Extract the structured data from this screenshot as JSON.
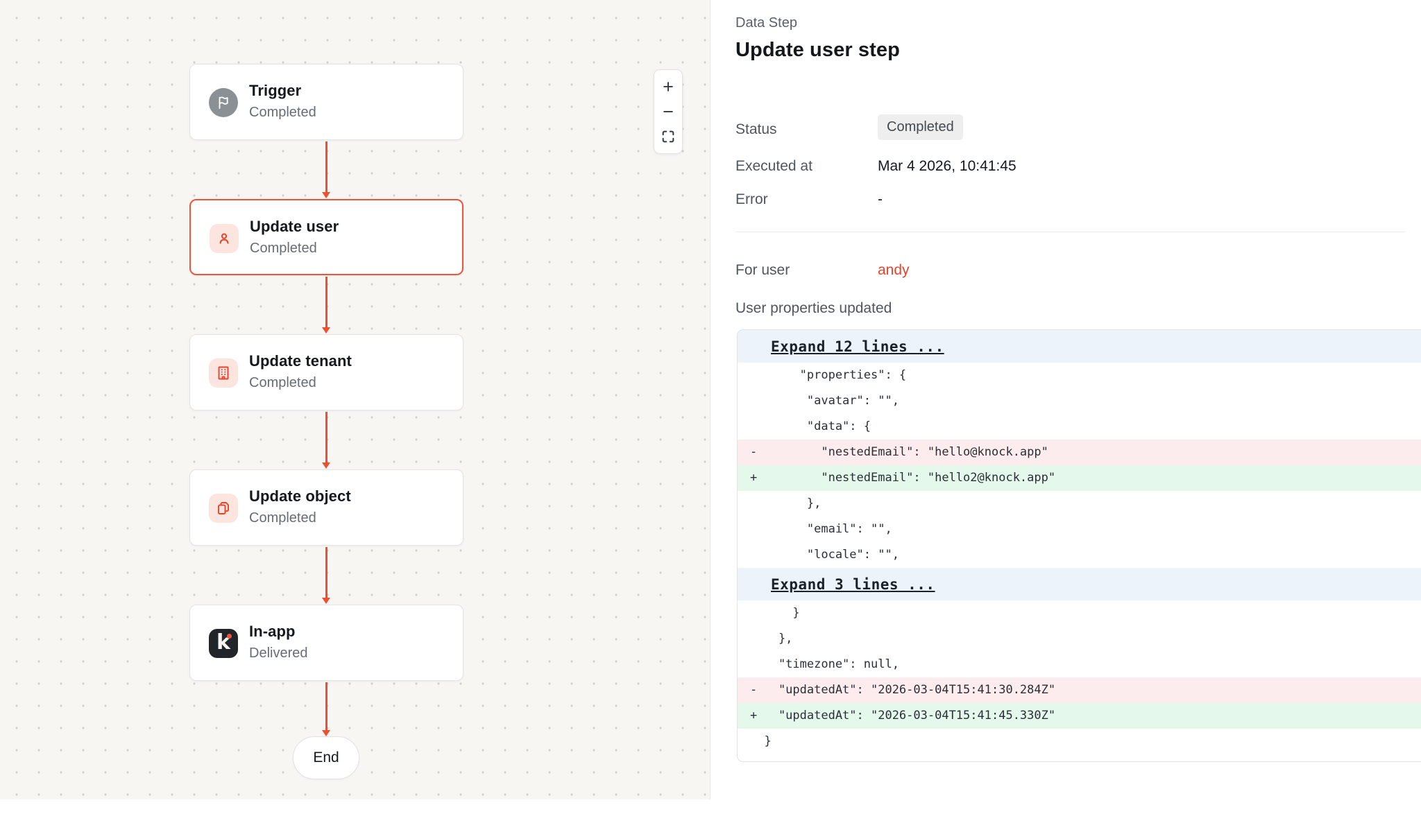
{
  "canvas": {
    "nodes": [
      {
        "title": "Trigger",
        "status": "Completed",
        "icon": "flag-icon",
        "tile": "gray",
        "selected": false
      },
      {
        "title": "Update user",
        "status": "Completed",
        "icon": "user-icon",
        "tile": "red",
        "selected": true
      },
      {
        "title": "Update tenant",
        "status": "Completed",
        "icon": "building-icon",
        "tile": "red",
        "selected": false
      },
      {
        "title": "Update object",
        "status": "Completed",
        "icon": "copy-icon",
        "tile": "red",
        "selected": false
      },
      {
        "title": "In-app",
        "status": "Delivered",
        "icon": "knock-icon",
        "tile": "dark",
        "selected": false
      }
    ],
    "knock_letter": "k",
    "end_label": "End",
    "zoom_controls": {
      "zoom_in": "+",
      "zoom_out": "−"
    }
  },
  "panel": {
    "kicker": "Data Step",
    "title": "Update user step",
    "fields": [
      {
        "label": "Status",
        "value": "Completed"
      },
      {
        "label": "Executed at",
        "value": "Mar 4 2026, 10:41:45"
      },
      {
        "label": "Error",
        "value": "-"
      }
    ],
    "for_user": {
      "label": "For user",
      "value": "andy"
    },
    "diff_label": "User properties updated",
    "diff_rows": [
      {
        "type": "expand",
        "text": "Expand 12 lines ..."
      },
      {
        "type": "ctx",
        "text": "       \"properties\": {"
      },
      {
        "type": "ctx",
        "text": "        \"avatar\": \"\","
      },
      {
        "type": "ctx",
        "text": "        \"data\": {"
      },
      {
        "type": "del",
        "text": "-         \"nestedEmail\": \"hello@knock.app\""
      },
      {
        "type": "add",
        "text": "+         \"nestedEmail\": \"hello2@knock.app\""
      },
      {
        "type": "ctx",
        "text": "        },"
      },
      {
        "type": "ctx",
        "text": "        \"email\": \"\","
      },
      {
        "type": "ctx",
        "text": "        \"locale\": \"\","
      },
      {
        "type": "expand",
        "text": "Expand 3 lines ..."
      },
      {
        "type": "ctx",
        "text": "      }"
      },
      {
        "type": "ctx",
        "text": "    },"
      },
      {
        "type": "ctx",
        "text": "    \"timezone\": null,"
      },
      {
        "type": "del",
        "text": "-   \"updatedAt\": \"2026-03-04T15:41:30.284Z\""
      },
      {
        "type": "add",
        "text": "+   \"updatedAt\": \"2026-03-04T15:41:45.330Z\""
      },
      {
        "type": "ctx",
        "text": "  }"
      }
    ]
  },
  "colors": {
    "accent_red": "#EF4F30",
    "icon_red": "#E8432A",
    "link_red": "#E8442D",
    "canvas_bg": "#F7F6F3",
    "diff_del_bg": "#FDECED",
    "diff_add_bg": "#E5F8EC",
    "diff_expand_bg": "#EDF3FB"
  }
}
